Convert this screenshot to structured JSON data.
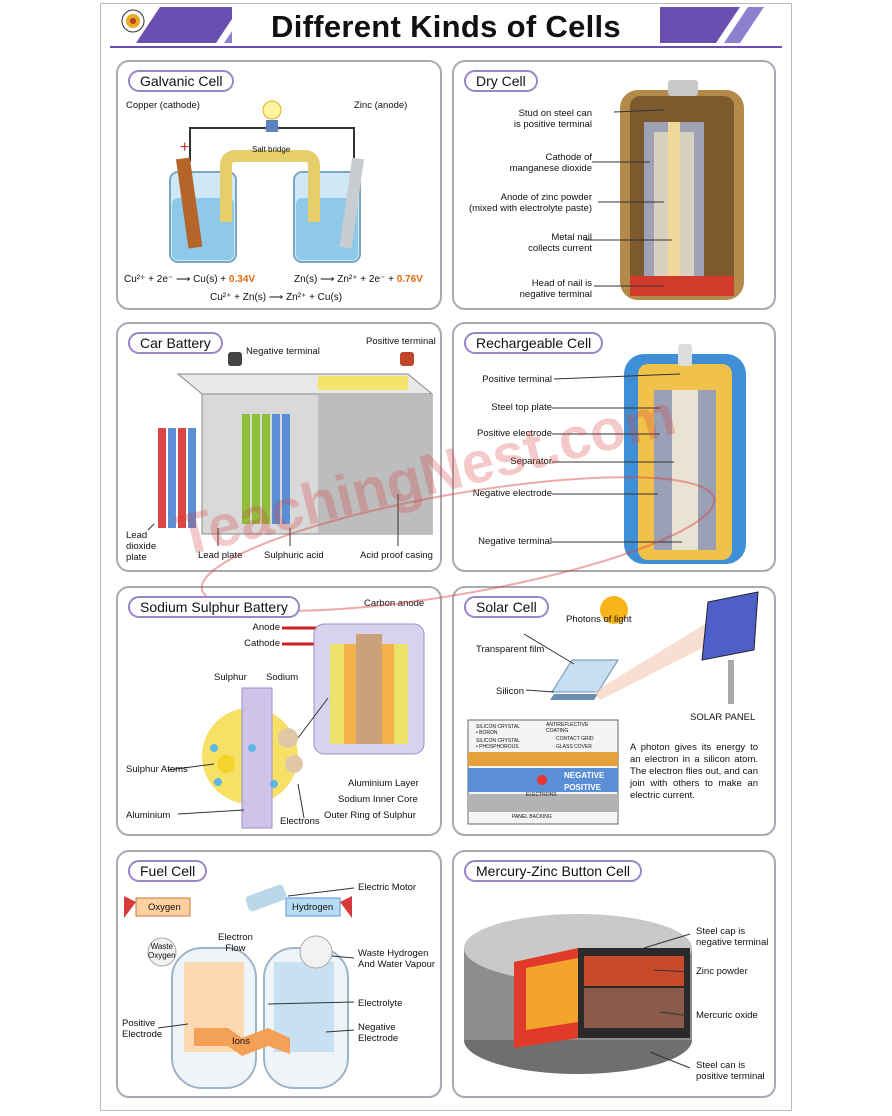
{
  "header": {
    "title": "Different Kinds of Cells"
  },
  "panels": {
    "galvanic": {
      "title": "Galvanic Cell",
      "labels": {
        "copper": "Copper (cathode)",
        "zinc": "Zinc (anode)",
        "bridge": "Salt bridge"
      },
      "eq1_left": "Cu²⁺ + 2e⁻ ⟶ Cu(s) + ",
      "eq1_val": "0.34V",
      "eq2_left": "Zn(s) ⟶ Zn²⁺ + 2e⁻ + ",
      "eq2_val": "0.76V",
      "eq3": "Cu²⁺ + Zn(s) ⟶ Zn²⁺ + Cu(s)"
    },
    "dry": {
      "title": "Dry Cell",
      "labels": [
        "Stud on steel can\nis positive terminal",
        "Cathode of\nmanganese dioxide",
        "Anode of zinc powder\n(mixed with electrolyte paste)",
        "Metal nail\ncollects current",
        "Head of nail is\nnegative terminal"
      ]
    },
    "car": {
      "title": "Car Battery",
      "labels": {
        "neg": "Negative terminal",
        "pos": "Positive terminal",
        "lead_dioxide": "Lead\ndioxide\nplate",
        "lead_plate": "Lead plate",
        "acid": "Sulphuric acid",
        "casing": "Acid proof casing"
      }
    },
    "rechargeable": {
      "title": "Rechargeable Cell",
      "labels": [
        "Positive terminal",
        "Steel top plate",
        "Positive electrode",
        "Separator",
        "Negative electrode",
        "Negative terminal"
      ]
    },
    "sodium": {
      "title": "Sodium Sulphur Battery",
      "labels": {
        "carbon": "Carbon anode",
        "anode": "Anode",
        "cathode": "Cathode",
        "sulphur": "Sulphur",
        "sodium": "Sodium",
        "atoms": "Sulphur Atoms",
        "aluminium": "Aluminium",
        "electrons": "Electrons",
        "al_layer": "Aluminium Layer",
        "inner": "Sodium Inner Core",
        "outer": "Outer Ring of Sulphur"
      }
    },
    "solar": {
      "title": "Solar Cell",
      "labels": {
        "photons": "Photons of light",
        "film": "Transparent film",
        "silicon": "Silicon",
        "panel": "SOLAR PANEL",
        "crystal_boron": "SILICON CRYSTAL\n• BORON",
        "crystal_phos": "SILICON CRYSTAL\n• PHOSPHOROUS",
        "antireflective": "ANTIREFLECTIVE\nCOATING",
        "grid": "CONTACT GRID",
        "glass": "GLASS COVER",
        "negative": "NEGATIVE",
        "positive": "POSITIVE",
        "electrons": "ELECTRONS",
        "backing": "PANEL BACKING"
      },
      "description": "A photon gives its energy to an electron in a silicon atom. The electron flies out, and can join with others to make an electric current."
    },
    "fuel": {
      "title": "Fuel Cell",
      "labels": {
        "oxygen": "Oxygen",
        "hydrogen": "Hydrogen",
        "motor": "Electric Motor",
        "flow": "Electron\nFlow",
        "waste_o": "Waste\nOxygen",
        "waste_h": "Waste Hydrogen\nAnd Water Vapour",
        "electrolyte": "Electrolyte",
        "pos": "Positive\nElectrode",
        "neg": "Negative\nElectrode",
        "ions": "Ions"
      }
    },
    "mercury": {
      "title": "Mercury-Zinc Button Cell",
      "labels": [
        "Steel cap is\nnegative terminal",
        "Zinc powder",
        "Mercuric oxide",
        "Steel can is\npositive terminal"
      ]
    }
  },
  "watermark": "TeachingNest.com",
  "colors": {
    "accent": "#6a4fb0",
    "voltage": "#e06a10",
    "watermark": "#d94040"
  }
}
